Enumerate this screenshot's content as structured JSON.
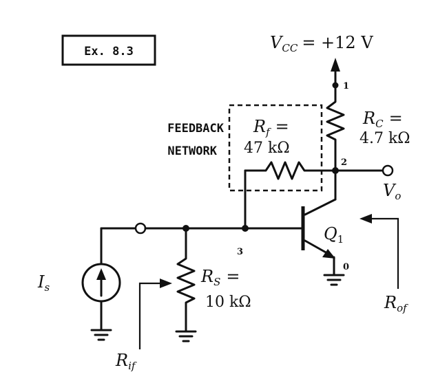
{
  "example_label": "Ex. 8.3",
  "vcc": {
    "symbol": "V",
    "sub": "CC",
    "value": "= +12 V"
  },
  "rc": {
    "symbol": "R",
    "sub": "C",
    "eq": "=",
    "value": "4.7 kΩ"
  },
  "rf": {
    "symbol": "R",
    "sub": "f",
    "eq": "=",
    "value": "47 kΩ"
  },
  "rs": {
    "symbol": "R",
    "sub": "S",
    "eq": "=",
    "value": "10 kΩ"
  },
  "feedback_label": {
    "line1": "FEEDBACK",
    "line2": "NETWORK"
  },
  "nodes": {
    "n0": "0",
    "n1": "1",
    "n2": "2",
    "n3": "3"
  },
  "vo": {
    "symbol": "V",
    "sub": "o"
  },
  "q1": {
    "symbol": "Q",
    "sub": "1"
  },
  "is": {
    "symbol": "I",
    "sub": "s"
  },
  "rif": {
    "symbol": "R",
    "sub": "if"
  },
  "rof": {
    "symbol": "R",
    "sub": "of"
  }
}
